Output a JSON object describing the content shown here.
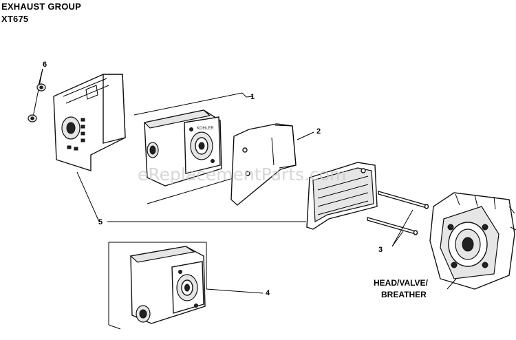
{
  "header": {
    "title": "EXHAUST GROUP",
    "model": "XT675"
  },
  "watermark": "eReplacementParts.com",
  "callouts": {
    "c1": "1",
    "c2": "2",
    "c3": "3",
    "c4": "4",
    "c5": "5",
    "c6": "6"
  },
  "part_label": {
    "line1": "HEAD/VALVE/",
    "line2": "BREATHER"
  }
}
